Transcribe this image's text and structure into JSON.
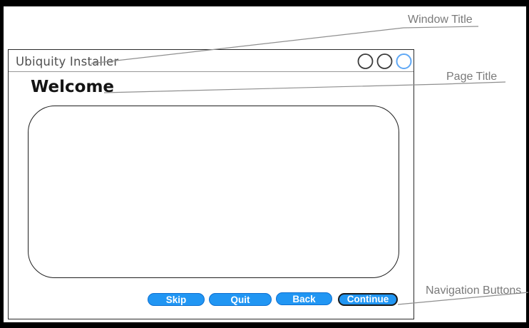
{
  "window": {
    "title": "Ubiquity Installer",
    "page_title": "Welcome",
    "controls": [
      {
        "icon": "circle-icon"
      },
      {
        "icon": "circle-icon"
      },
      {
        "icon": "circle-icon-highlighted"
      }
    ],
    "nav_buttons": [
      {
        "label": "Skip"
      },
      {
        "label": "Quit"
      },
      {
        "label": "Back"
      },
      {
        "label": "Continue"
      }
    ]
  },
  "annotations": [
    {
      "label": "Window Title"
    },
    {
      "label": "Page Title"
    },
    {
      "label": "Navigation Buttons"
    }
  ],
  "colors": {
    "button_fill": "#2196f3",
    "button_border": "#0d6fd1",
    "continue_border": "#1a1a1a",
    "accent_circle": "#5fa8f5",
    "control_circle": "#3c3c3c",
    "annotation_gray": "#7a7a7a",
    "line_gray": "#8f8f8f"
  }
}
